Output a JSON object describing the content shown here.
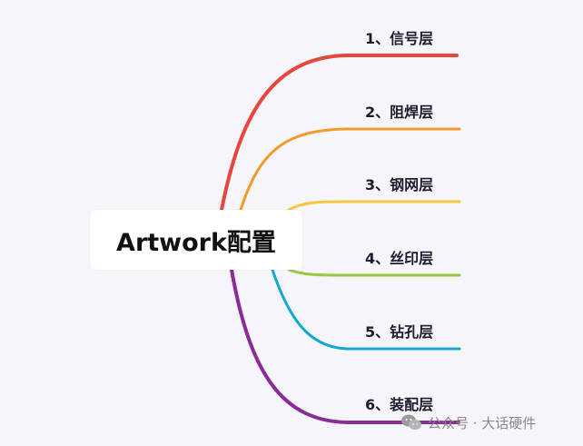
{
  "root": {
    "label": "Artwork配置"
  },
  "branches": [
    {
      "label": "1、信号层",
      "color": "#e8453c"
    },
    {
      "label": "2、阻焊层",
      "color": "#f39a2b"
    },
    {
      "label": "3、钢网层",
      "color": "#f5c842"
    },
    {
      "label": "4、丝印层",
      "color": "#9cc541"
    },
    {
      "label": "5、钻孔层",
      "color": "#10a9d1"
    },
    {
      "label": "6、装配层",
      "color": "#8a2c96"
    }
  ],
  "watermark": {
    "text": "公众号 · 大话硬件",
    "icon": "wechat-icon"
  }
}
